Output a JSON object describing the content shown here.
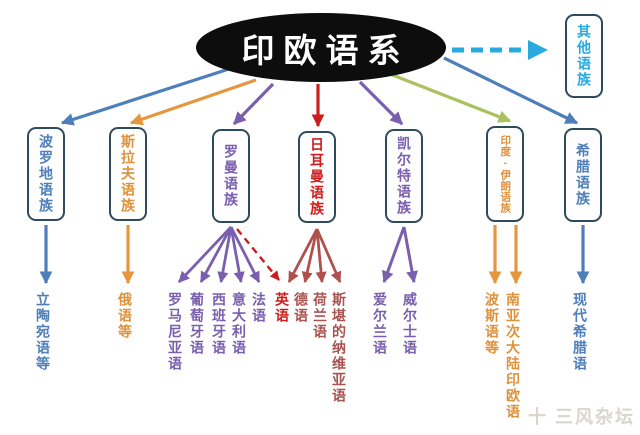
{
  "title": {
    "label": "印欧语系"
  },
  "other_family": {
    "label": "其他语族"
  },
  "families": [
    {
      "label": "波罗地语族"
    },
    {
      "label": "斯拉夫语族"
    },
    {
      "label": "罗曼语族"
    },
    {
      "label": "日耳曼语族"
    },
    {
      "label": "凯尔特语族"
    },
    {
      "label": "印度-伊朗语族"
    },
    {
      "label": "希腊语族"
    }
  ],
  "languages": [
    {
      "label": "立陶宛语等"
    },
    {
      "label": "俄语等"
    },
    {
      "label": "罗马尼亚语"
    },
    {
      "label": "葡萄牙语"
    },
    {
      "label": "西班牙语"
    },
    {
      "label": "意大利语"
    },
    {
      "label": "法语"
    },
    {
      "label": "英语"
    },
    {
      "label": "德语"
    },
    {
      "label": "荷兰语"
    },
    {
      "label": "斯堪的纳维亚语"
    },
    {
      "label": "爱尔兰语"
    },
    {
      "label": "威尔士语"
    },
    {
      "label": "波斯语等"
    },
    {
      "label": "南亚次大陆印欧语"
    },
    {
      "label": "现代希腊语"
    }
  ],
  "watermark": {
    "label": "十 三风杂坛"
  },
  "palette": {
    "blue": "#4e7fba",
    "orange": "#e5973d",
    "purple": "#7a5fae",
    "red": "#cf1d1d",
    "brick": "#b0504e",
    "green": "#a9c25d",
    "cyan": "#29aadf",
    "box_border": "#2e4b5c",
    "ellipse_fill": "#0d0d0d",
    "watermark": "#d9d6cd"
  }
}
